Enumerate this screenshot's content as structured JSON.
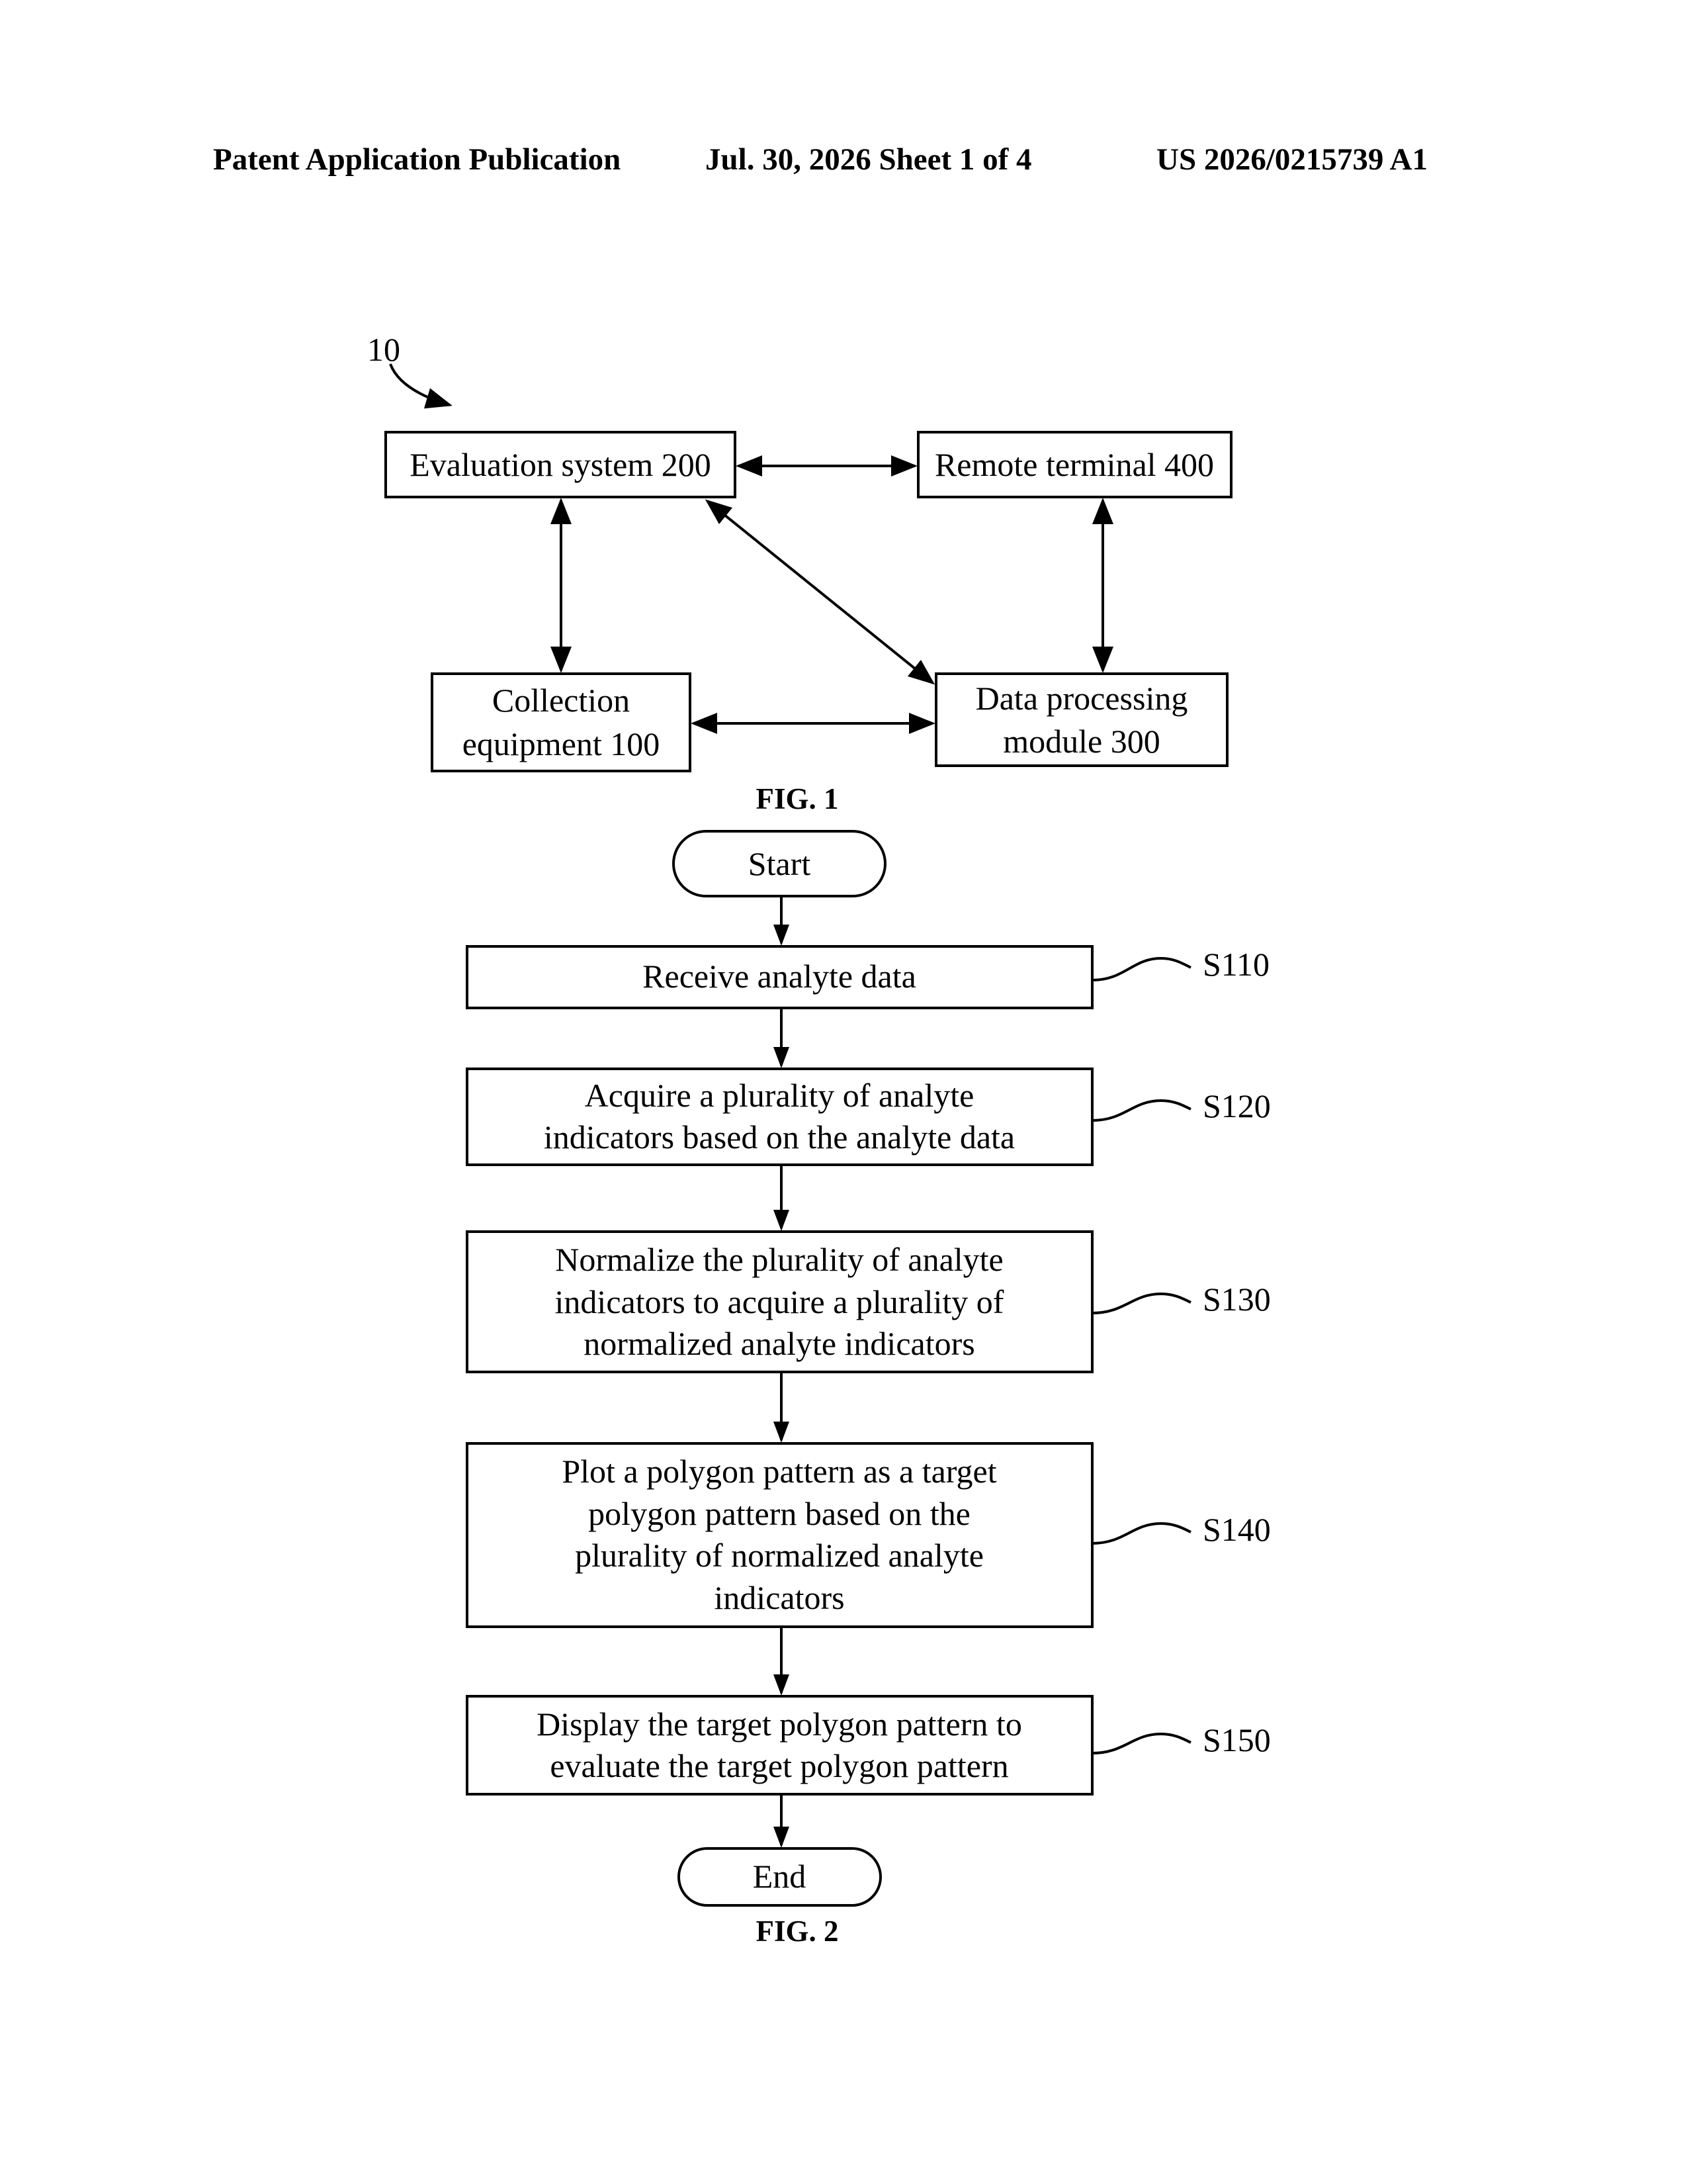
{
  "header": {
    "left": "Patent Application Publication",
    "middle": "Jul. 30, 2026   Sheet 1 of 4",
    "right": "US 2026/0215739 A1"
  },
  "fig1": {
    "ref": "10",
    "evaluation_system": "Evaluation system 200",
    "remote_terminal": "Remote terminal 400",
    "collection_line1": "Collection",
    "collection_line2": "equipment 100",
    "data_processing_line1": "Data processing",
    "data_processing_line2": "module 300",
    "caption": "FIG. 1"
  },
  "fig2": {
    "start": "Start",
    "end": "End",
    "caption": "FIG. 2",
    "steps": [
      {
        "id": "S110",
        "lines": [
          "Receive analyte data"
        ]
      },
      {
        "id": "S120",
        "lines": [
          "Acquire a plurality of analyte",
          "indicators based on the analyte data"
        ]
      },
      {
        "id": "S130",
        "lines": [
          "Normalize the plurality of analyte",
          "indicators to acquire a plurality of",
          "normalized analyte indicators"
        ]
      },
      {
        "id": "S140",
        "lines": [
          "Plot a polygon pattern as a target",
          "polygon pattern based on the",
          "plurality of normalized analyte",
          "indicators"
        ]
      },
      {
        "id": "S150",
        "lines": [
          "Display the target polygon pattern to",
          "evaluate the target polygon pattern"
        ]
      }
    ]
  }
}
